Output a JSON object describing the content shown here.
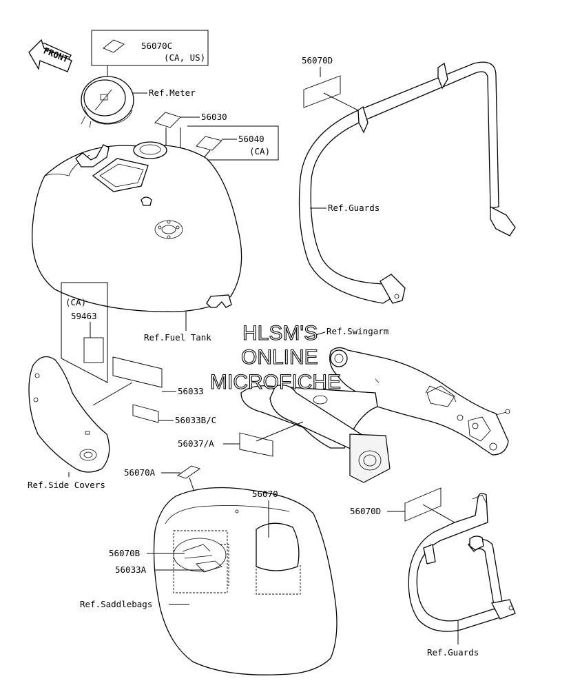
{
  "front_label": "FRONT",
  "watermark": [
    "HLSM'S",
    "ONLINE",
    "MICROFICHE"
  ],
  "labels": {
    "p56070C": "56070C",
    "ca_us": "(CA, US)",
    "ref_meter": "Ref.Meter",
    "p56030": "56030",
    "p56040": "56040",
    "ca_1": "(CA)",
    "p56070D_top": "56070D",
    "ref_guards_top": "Ref.Guards",
    "ca_2": "(CA)",
    "p59463": "59463",
    "ref_fuel_tank": "Ref.Fuel Tank",
    "ref_swingarm": "Ref.Swingarm",
    "p56033": "56033",
    "p56033BC": "56033B/C",
    "p56037A": "56037/A",
    "p56070A": "56070A",
    "ref_side_covers": "Ref.Side Covers",
    "p56070": "56070",
    "p56070D_bottom": "56070D",
    "p56070B": "56070B",
    "p56033A": "56033A",
    "ref_saddlebags": "Ref.Saddlebags",
    "ref_guards_bottom": "Ref.Guards"
  },
  "colors": {
    "line": "#000000",
    "background": "#ffffff",
    "watermark_fill": "#ffffff"
  }
}
